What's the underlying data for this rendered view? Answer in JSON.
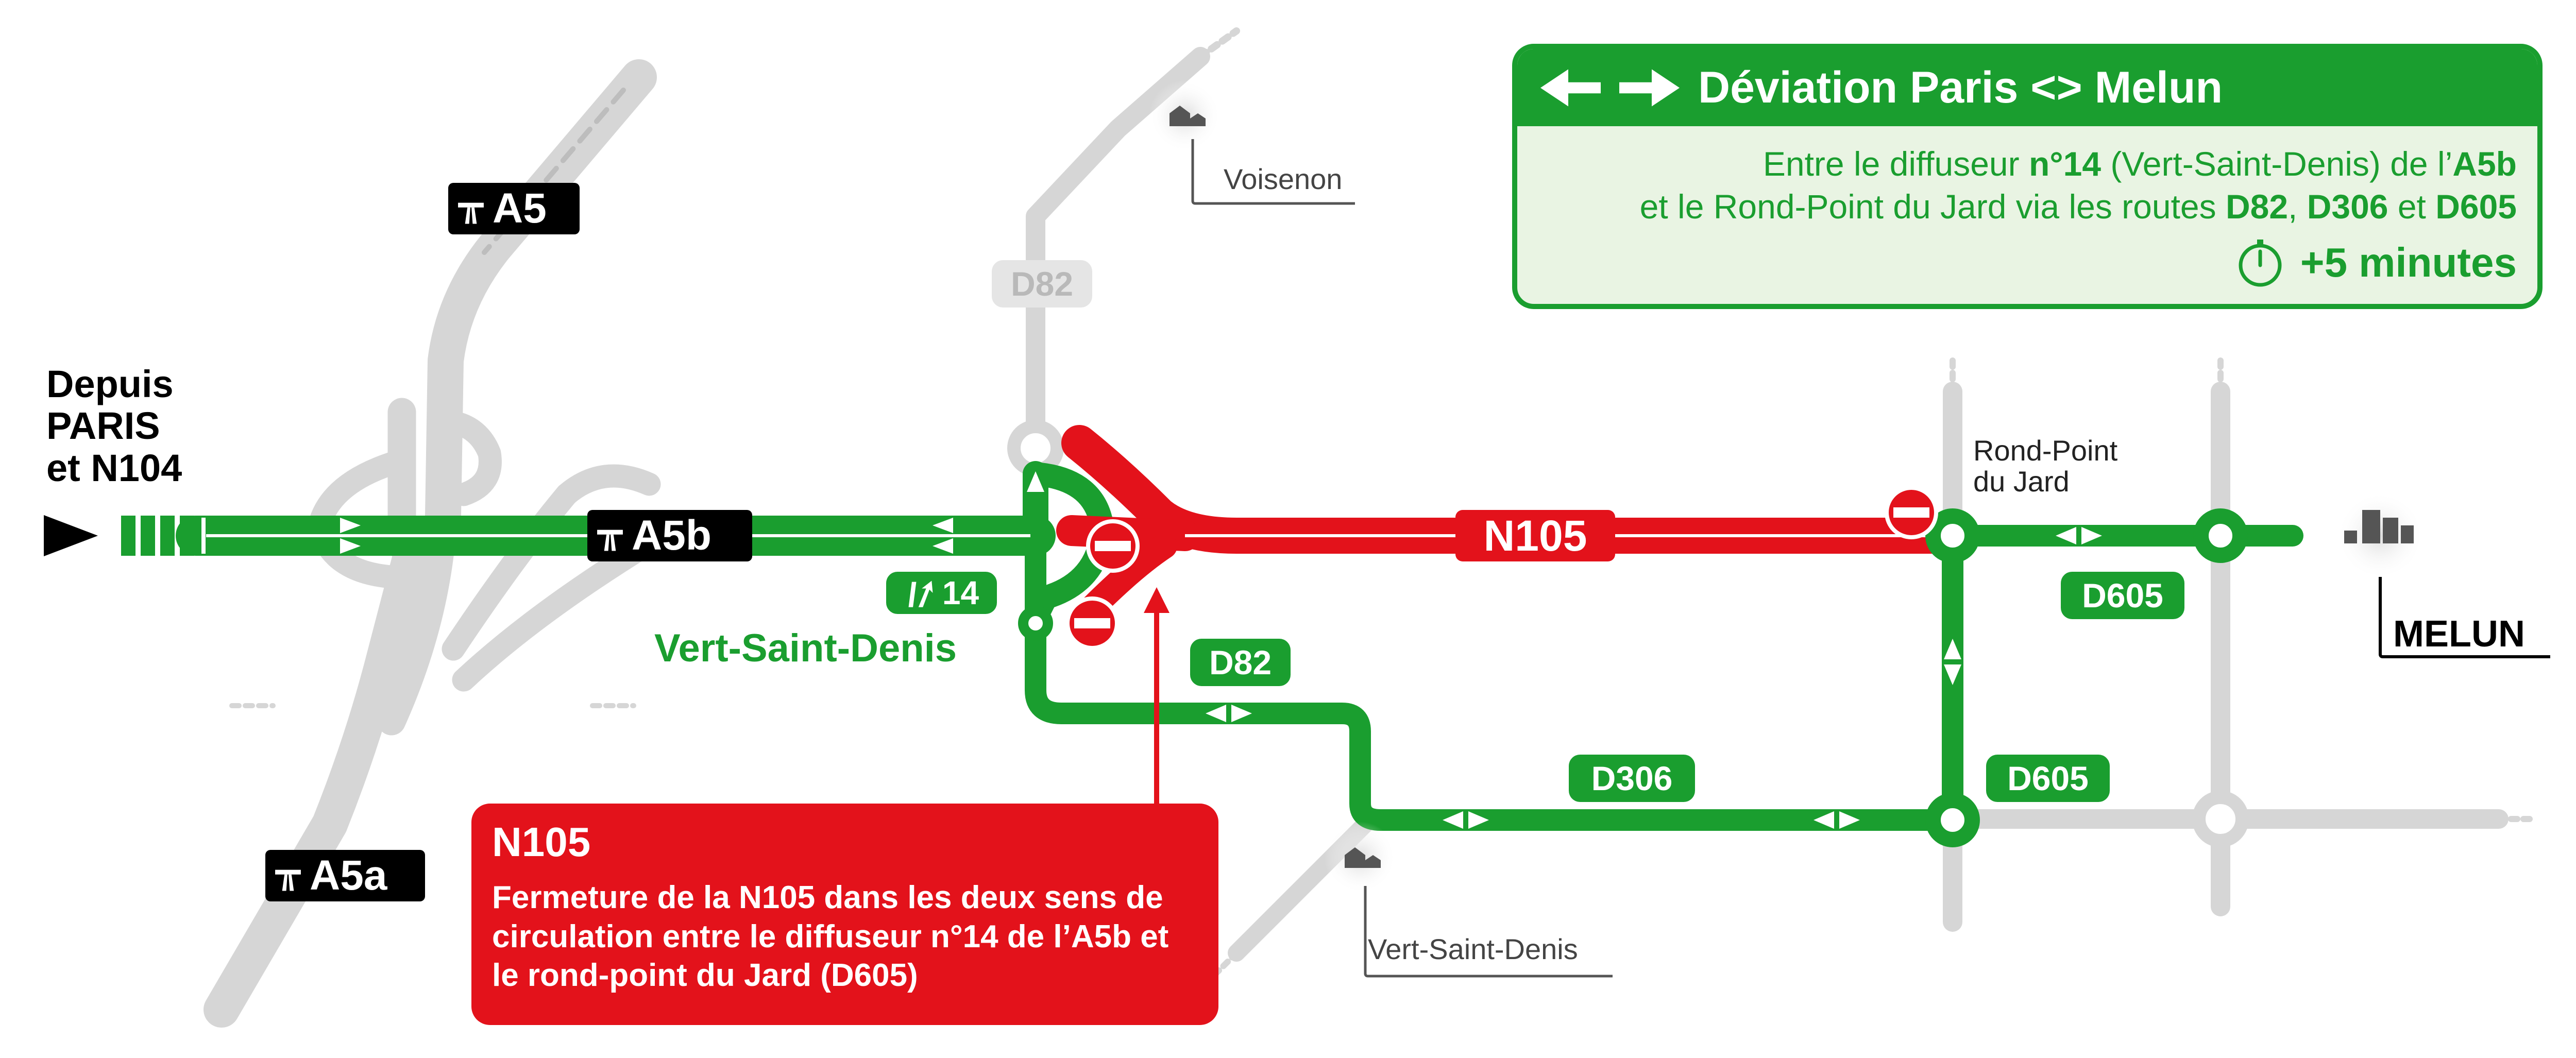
{
  "colors": {
    "deviation_green": "#1a9e2f",
    "closure_red": "#e3121b",
    "inactive_grey": "#d3d3d3",
    "info_box_bg": "#e9f4e3"
  },
  "origin": {
    "line1": "Depuis",
    "line2": "PARIS",
    "line3": "et N104",
    "icon": "play-arrow-icon"
  },
  "motorways": {
    "a5": "A5",
    "a5b": "A5b",
    "a5a": "A5a",
    "icon": "motorway-icon"
  },
  "exit": {
    "number": "14",
    "name": "Vert-Saint-Denis",
    "icon": "exit-icon"
  },
  "roads": {
    "d82_top": "D82",
    "d82_deviation": "D82",
    "n105": "N105",
    "d306": "D306",
    "d605_east": "D605",
    "d605_south": "D605"
  },
  "places": {
    "voisenon": "Voisenon",
    "rond_point": "Rond-Point du Jard",
    "vert_saint_denis_town": "Vert-Saint-Denis",
    "melun": "MELUN",
    "town_icon": "village-icon",
    "city_icon": "city-icon"
  },
  "info_box": {
    "title": "Déviation Paris <> Melun",
    "line1_a": "Entre le diffuseur ",
    "line1_b": "n°14",
    "line1_c": " (Vert-Saint-Denis) de l’",
    "line1_d": "A5b",
    "line2_a": "et le Rond-Point du Jard via les routes ",
    "line2_b": "D82",
    "line2_c": ", ",
    "line2_d": "D306",
    "line2_e": " et ",
    "line2_f": "D605",
    "delay": "+5 minutes",
    "delay_icon": "stopwatch-icon",
    "arrows_icon": "two-way-arrow-icon"
  },
  "closure_box": {
    "title": "N105",
    "text": "Fermeture de la N105 dans les deux sens de circulation entre le diffuseur n°14 de l’A5b et le rond-point du Jard (D605)"
  },
  "signs": {
    "no_entry_icon": "no-entry-icon"
  }
}
